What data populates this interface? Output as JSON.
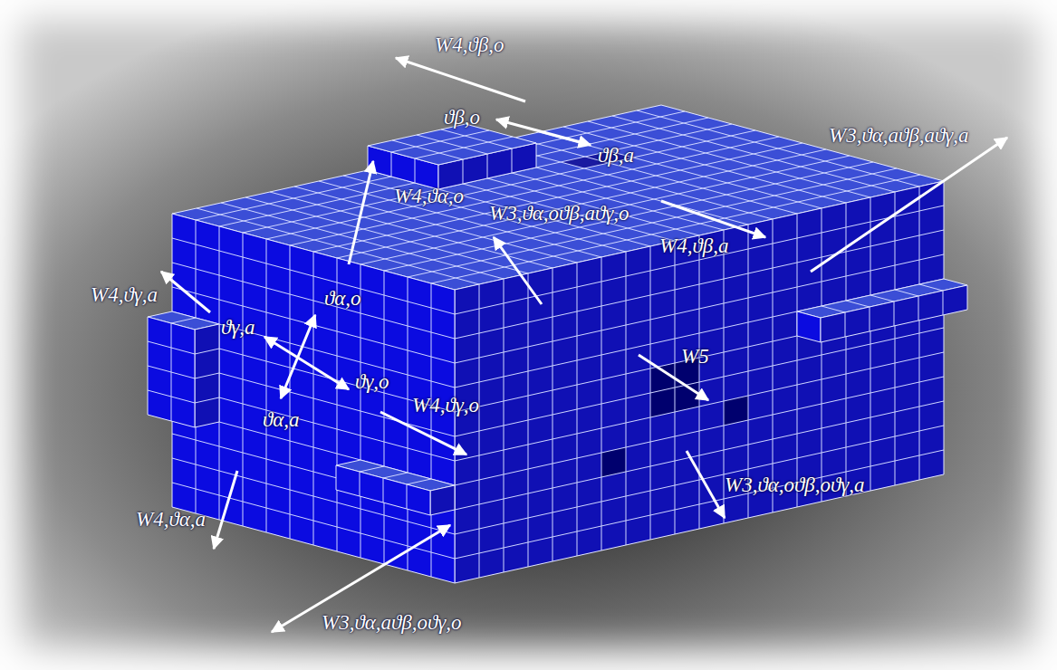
{
  "diagram": {
    "labels": [
      "W4,ϑβ,o",
      "ϑβ,o",
      "ϑβ,a",
      "W3,ϑα,aϑβ,aϑγ,a",
      "W4,ϑα,o",
      "W3,ϑα,oϑβ,aϑγ,o",
      "W4,ϑβ,a",
      "W4,ϑγ,a",
      "ϑα,o",
      "ϑγ,a",
      "ϑγ,o",
      "ϑα,a",
      "W4,ϑγ,o",
      "W5",
      "W3,ϑα,oϑβ,oϑγ,a",
      "W4,ϑα,a",
      "W3,ϑα,aϑβ,oϑγ,o"
    ]
  }
}
